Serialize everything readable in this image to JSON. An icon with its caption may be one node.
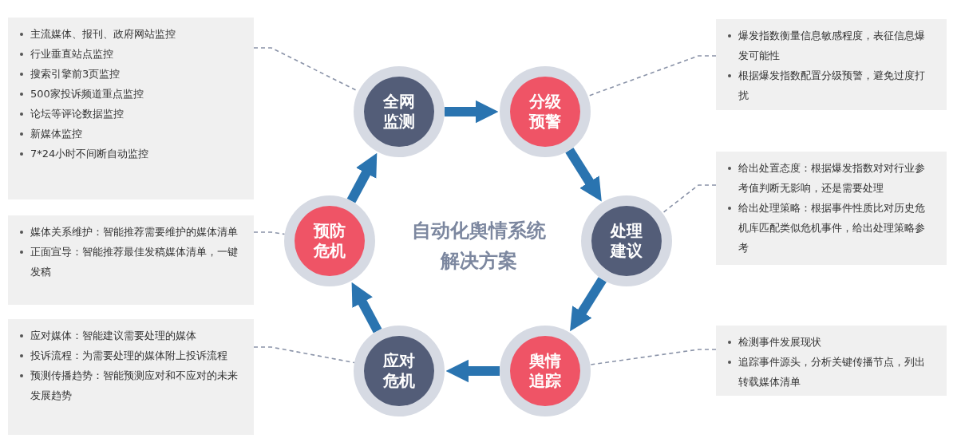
{
  "diagram": {
    "nodes": [
      {
        "text": [
          "全网监测"
        ]
      },
      {
        "text": [
          "分级预警"
        ]
      },
      {
        "text": [
          "处理建议"
        ]
      },
      {
        "text": [
          "舆情追踪"
        ]
      },
      {
        "text": [
          "应对危机"
        ]
      },
      {
        "text": [
          "预防危机"
        ]
      },
      {
        "text": [
          "主流媒体、报刊、政府网站监控",
          "行业垂直站点监控",
          "搜索引擎前3页监控",
          "500家投诉频道重点监控",
          "论坛等评论数据监控",
          "新媒体监控",
          "7*24小时不间断自动监控"
        ]
      },
      {
        "text": [
          "爆发指数衡量信息敏感程度，表征信息爆发可能性",
          "根据爆发指数配置分级预警，避免过度打扰"
        ]
      },
      {
        "text": [
          "给出处置态度：根据爆发指数对对行业参考值判断无影响，还是需要处理",
          "给出处理策略：根据事件性质比对历史危机库匹配类似危机事件，给出处理策略参考"
        ]
      },
      {
        "text": [
          "检测事件发展现状",
          "追踪事件源头，分析关键传播节点，列出转载媒体清单"
        ]
      },
      {
        "text": [
          "应对媒体：智能建议需要处理的媒体",
          "投诉流程：为需要处理的媒体附上投诉流程",
          "预测传播趋势：智能预测应对和不应对的未来发展趋势"
        ]
      },
      {
        "text": [
          "媒体关系维护：智能推荐需要维护的媒体清单",
          "正面宣导：智能推荐最佳发稿媒体清单，一键发稿"
        ]
      }
    ],
    "edges": [
      {
        "from": 0,
        "to": 1,
        "arrow": "to",
        "style": "thick"
      },
      {
        "from": 1,
        "to": 2,
        "arrow": "to",
        "style": "thick"
      },
      {
        "from": 2,
        "to": 3,
        "arrow": "to",
        "style": "thick"
      },
      {
        "from": 3,
        "to": 4,
        "arrow": "to",
        "style": "thick"
      },
      {
        "from": 4,
        "to": 5,
        "arrow": "to",
        "style": "thick"
      },
      {
        "from": 5,
        "to": 0,
        "arrow": "to",
        "style": "thick"
      },
      {
        "from": 6,
        "to": 0,
        "arrow": "none",
        "style": "dashed",
        "color": "#8a93a8"
      },
      {
        "from": 7,
        "to": 1,
        "arrow": "none",
        "style": "dashed",
        "color": "#8a93a8"
      },
      {
        "from": 8,
        "to": 2,
        "arrow": "none",
        "style": "dashed",
        "color": "#8a93a8"
      },
      {
        "from": 9,
        "to": 3,
        "arrow": "none",
        "style": "dashed",
        "color": "#8a93a8"
      },
      {
        "from": 10,
        "to": 4,
        "arrow": "none",
        "style": "dashed",
        "color": "#8a93a8"
      },
      {
        "from": 11,
        "to": 5,
        "arrow": "none",
        "style": "dashed",
        "color": "#8a93a8"
      }
    ],
    "labels": [
      "自动化舆情系统解决方案"
    ]
  }
}
